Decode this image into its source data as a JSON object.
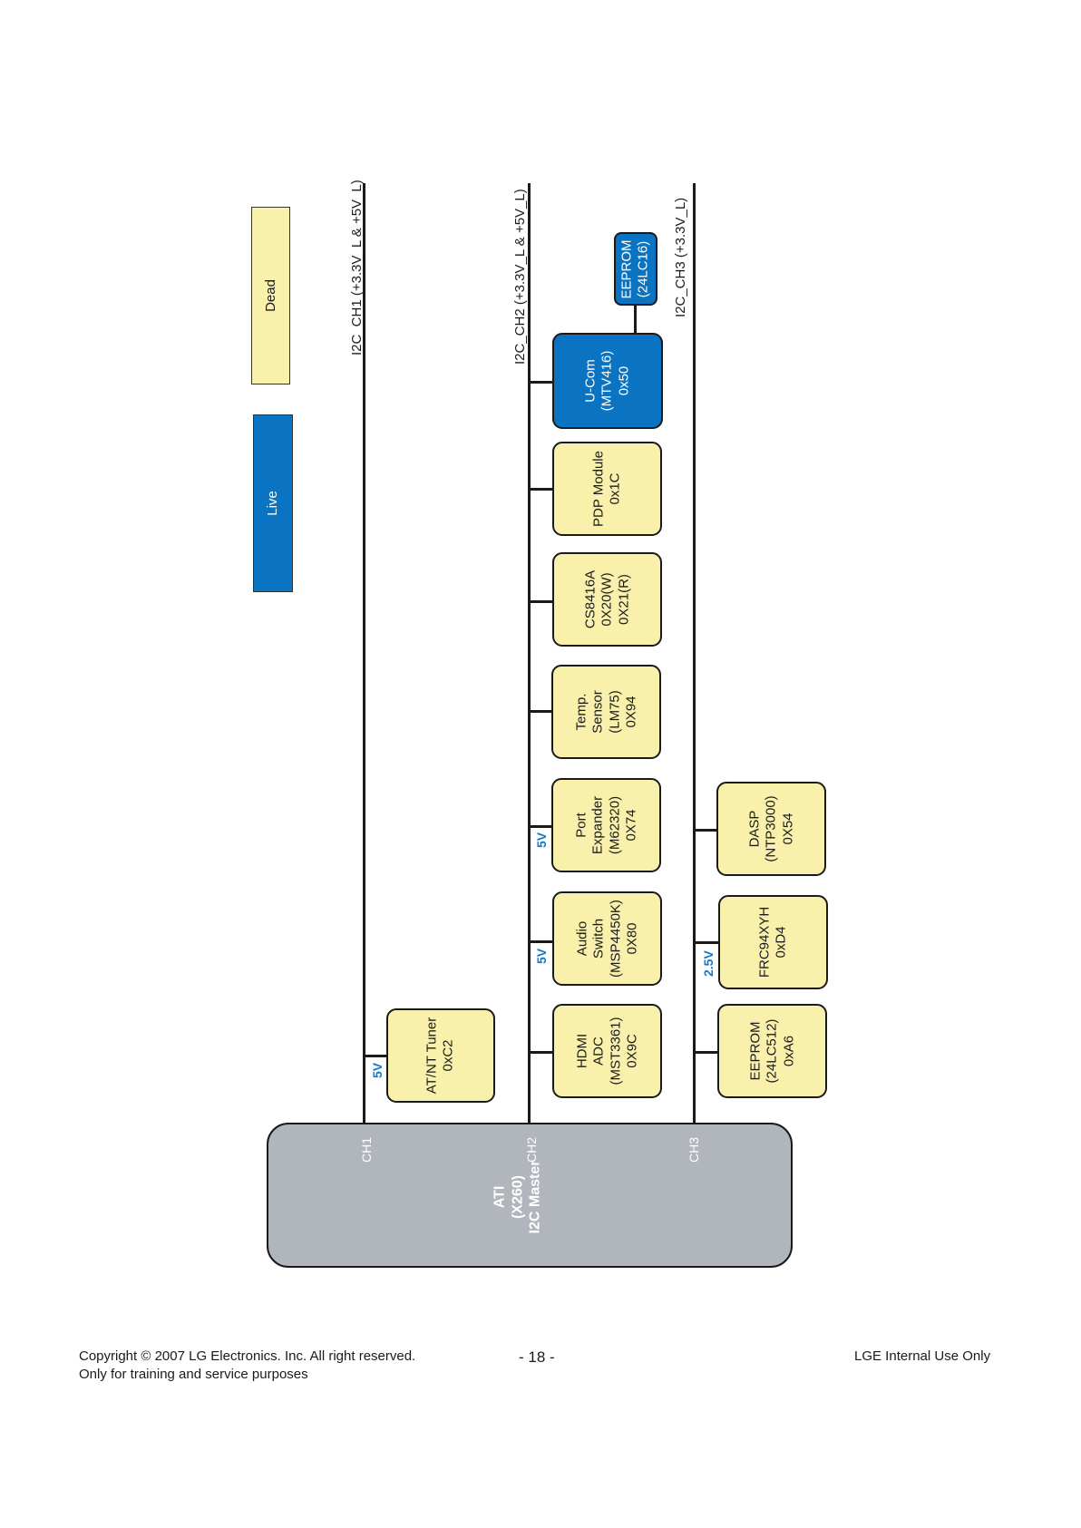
{
  "legend": {
    "live": "Live",
    "dead": "Dead"
  },
  "buses": {
    "ch1": "I2C_CH1 (+3.3V_L & +5V_L)",
    "ch2": "I2C_CH2 (+3.3V_L & +5V_L)",
    "ch3": "I2C_CH3 (+3.3V_L)"
  },
  "master": {
    "lines": [
      "ATI",
      "(X260)",
      "I2C Master"
    ],
    "ports": [
      "CH1",
      "CH2",
      "CH3"
    ]
  },
  "devices": {
    "tuner": [
      "AT/NT Tuner",
      "0xC2"
    ],
    "hdmi": [
      "HDMI",
      "ADC",
      "(MST3361)",
      "0X9C"
    ],
    "audio": [
      "Audio",
      "Switch",
      "(MSP4450K)",
      "0X80"
    ],
    "port": [
      "Port",
      "Expander",
      "(M62320)",
      "0X74"
    ],
    "temp": [
      "Temp.",
      "Sensor",
      "(LM75)",
      "0X94"
    ],
    "cs": [
      "CS8416A",
      "0X20(W)",
      "0X21(R)"
    ],
    "pdp": [
      "PDP Module",
      "0x1C"
    ],
    "ucom": [
      "U-Com",
      "(MTV416)",
      "0x50"
    ],
    "eeprom16": [
      "EEPROM",
      "(24LC16)"
    ],
    "eeprom512": [
      "EEPROM",
      "(24LC512)",
      "0xA6"
    ],
    "frc": [
      "FRC94XYH",
      "0xD4"
    ],
    "dasp": [
      "DASP",
      "(NTP3000)",
      "0X54"
    ]
  },
  "voltages": {
    "tuner": "5V",
    "audio": "5V",
    "port": "5V",
    "frc": "2.5V"
  },
  "colors": {
    "live": "#0a74c2",
    "dead": "#f9f0ac",
    "master": "#b1b5bc",
    "voltage": "#1a78c2"
  },
  "footer": {
    "copyright": "Copyright © 2007 LG Electronics. Inc. All right reserved.",
    "purpose": "Only for training and service purposes",
    "page": "- 18 -",
    "internal": "LGE Internal Use Only"
  }
}
